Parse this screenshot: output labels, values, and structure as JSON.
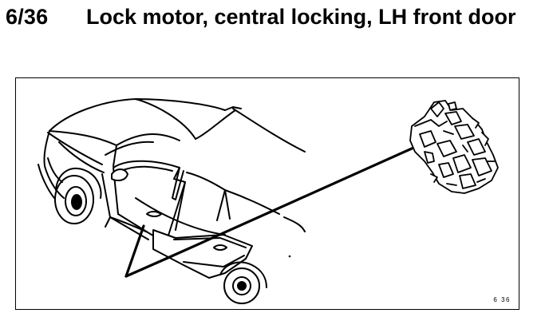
{
  "document": {
    "section_number": "6/36",
    "section_title": "Lock motor, central locking, LH front door"
  },
  "figure": {
    "reference": "6 36",
    "icons": [
      "car-drawing-icon",
      "lock-motor-drawing-icon",
      "leader-line-icon"
    ]
  }
}
